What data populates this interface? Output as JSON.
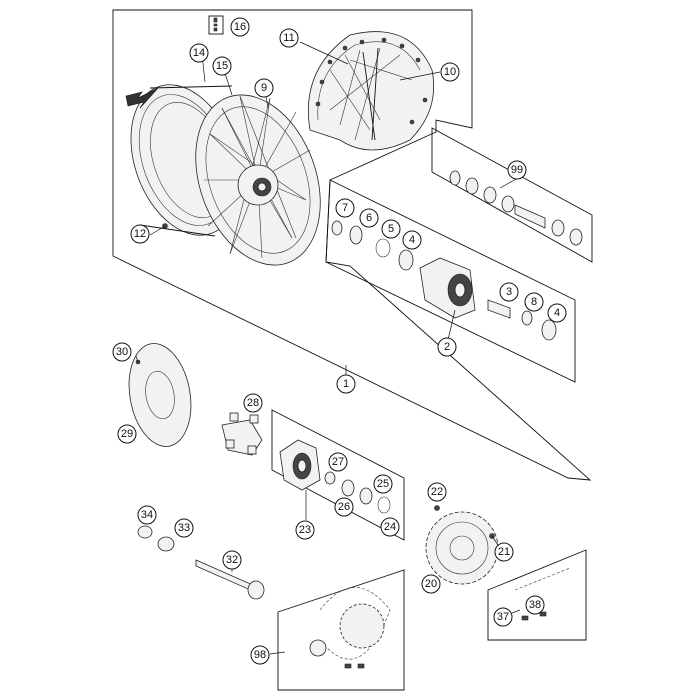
{
  "callouts": [
    {
      "id": "c16",
      "label": "16"
    },
    {
      "id": "c14",
      "label": "14"
    },
    {
      "id": "c15",
      "label": "15"
    },
    {
      "id": "c11",
      "label": "11"
    },
    {
      "id": "c10",
      "label": "10"
    },
    {
      "id": "c9",
      "label": "9"
    },
    {
      "id": "c12",
      "label": "12"
    },
    {
      "id": "c99",
      "label": "99"
    },
    {
      "id": "c7",
      "label": "7"
    },
    {
      "id": "c6",
      "label": "6"
    },
    {
      "id": "c5",
      "label": "5"
    },
    {
      "id": "c4a",
      "label": "4"
    },
    {
      "id": "c3",
      "label": "3"
    },
    {
      "id": "c8",
      "label": "8"
    },
    {
      "id": "c4b",
      "label": "4"
    },
    {
      "id": "c2",
      "label": "2"
    },
    {
      "id": "c1",
      "label": "1"
    },
    {
      "id": "c30",
      "label": "30"
    },
    {
      "id": "c29",
      "label": "29"
    },
    {
      "id": "c28",
      "label": "28"
    },
    {
      "id": "c27",
      "label": "27"
    },
    {
      "id": "c25",
      "label": "25"
    },
    {
      "id": "c26",
      "label": "26"
    },
    {
      "id": "c24",
      "label": "24"
    },
    {
      "id": "c23",
      "label": "23"
    },
    {
      "id": "c22",
      "label": "22"
    },
    {
      "id": "c21",
      "label": "21"
    },
    {
      "id": "c20",
      "label": "20"
    },
    {
      "id": "c34",
      "label": "34"
    },
    {
      "id": "c33",
      "label": "33"
    },
    {
      "id": "c32",
      "label": "32"
    },
    {
      "id": "c37",
      "label": "37"
    },
    {
      "id": "c38",
      "label": "38"
    },
    {
      "id": "c98",
      "label": "98"
    }
  ]
}
